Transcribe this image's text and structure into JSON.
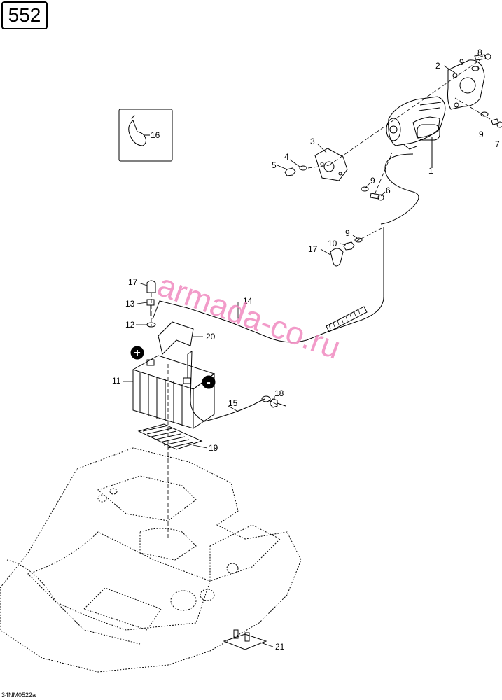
{
  "page_number": "552",
  "drawing_code": "34NM0522a",
  "watermark": "armada-co.ru",
  "callouts": {
    "c1": "1",
    "c2": "2",
    "c3": "3",
    "c4": "4",
    "c5": "5",
    "c6": "6",
    "c7": "7",
    "c8": "8",
    "c9a": "9",
    "c9b": "9",
    "c9c": "9",
    "c9d": "9",
    "c10": "10",
    "c11": "11",
    "c12": "12",
    "c13": "13",
    "c14": "14",
    "c15": "15",
    "c16": "16",
    "c17a": "17",
    "c17b": "17",
    "c18": "18",
    "c19": "19",
    "c20": "20",
    "c21": "21"
  },
  "terminal_symbols": {
    "positive": "+",
    "negative": "-"
  }
}
